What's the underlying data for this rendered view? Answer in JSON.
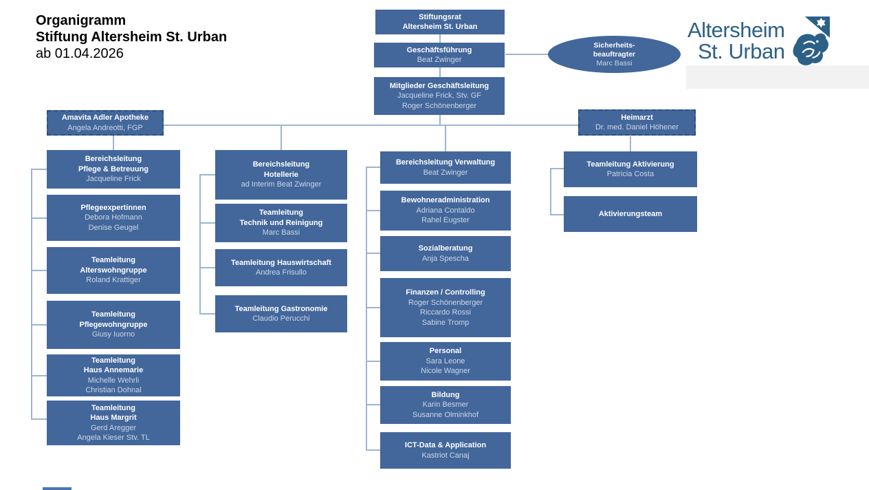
{
  "page": {
    "title_lines": [
      "Organigramm",
      "Stiftung Altersheim St. Urban",
      "ab 01.04.2026"
    ]
  },
  "logo": {
    "name_line1": "Altersheim",
    "name_line2": "St. Urban",
    "emblem": "lucerne-lion-with-star"
  },
  "colors": {
    "box_fill": "#43679B",
    "box_title_text": "#FFFFFF",
    "box_name_text": "#CBD7E7",
    "connector": "#9DB4D0",
    "dashed_border": "#27517D",
    "logo_text": "#2D6086"
  },
  "org": {
    "stiftungsrat": {
      "title": [
        "Stiftungsrat",
        "Altersheim St. Urban"
      ],
      "names": []
    },
    "geschaeftsfuehrung": {
      "title": [
        "Geschäftsführung"
      ],
      "names": [
        "Beat Zwinger"
      ]
    },
    "sicherheitsbeauftragter": {
      "title": [
        "Sicherheits-",
        "beauftragter"
      ],
      "names": [
        "Marc Bassi"
      ]
    },
    "geschaeftsleitung": {
      "title": [
        "Mitglieder Geschäftsleitung"
      ],
      "names": [
        "Jacqueline Frick, Stv. GF",
        "Roger Schönenberger"
      ]
    },
    "amavita": {
      "title": [
        "Amavita Adler Apotheke"
      ],
      "names": [
        "Angela Andreotti, FGP"
      ]
    },
    "heimarzt": {
      "title": [
        "Heimarzt"
      ],
      "names": [
        "Dr. med. Daniel Höhener"
      ]
    },
    "pflege": [
      {
        "title": [
          "Bereichsleitung",
          "Pflege & Betreuung"
        ],
        "names": [
          "Jacqueline Frick"
        ]
      },
      {
        "title": [
          "Pflegeexpertinnen"
        ],
        "names": [
          "Debora Hofmann",
          "Denise Geugel"
        ]
      },
      {
        "title": [
          "Teamleitung",
          "Alterswohngruppe"
        ],
        "names": [
          "Roland Krattiger"
        ]
      },
      {
        "title": [
          "Teamleitung",
          "Pflegewohngruppe"
        ],
        "names": [
          "Giusy Iuorno"
        ]
      },
      {
        "title": [
          "Teamleitung",
          "Haus Annemarie"
        ],
        "names": [
          "Michelle Wehrli",
          "Christian Dohnal"
        ]
      },
      {
        "title": [
          "Teamleitung",
          "Haus Margrit"
        ],
        "names": [
          "Gerd Aregger",
          "Angela Kieser Stv. TL"
        ]
      }
    ],
    "hotellerie": [
      {
        "title": [
          "Bereichsleitung",
          "Hotellerie"
        ],
        "names": [
          "ad Interim Beat Zwinger"
        ]
      },
      {
        "title": [
          "Teamleitung",
          "Technik und Reinigung"
        ],
        "names": [
          "Marc Bassi"
        ]
      },
      {
        "title": [
          "Teamleitung Hauswirtschaft"
        ],
        "names": [
          "Andrea Frisullo"
        ]
      },
      {
        "title": [
          "Teamleitung Gastronomie"
        ],
        "names": [
          "Claudio Perucchi"
        ]
      }
    ],
    "verwaltung": [
      {
        "title": [
          "Bereichsleitung Verwaltung"
        ],
        "names": [
          "Beat Zwinger"
        ]
      },
      {
        "title": [
          "Bewohneradministration"
        ],
        "names": [
          "Adriana Contaldo",
          "Rahel Eugster"
        ]
      },
      {
        "title": [
          "Sozialberatung"
        ],
        "names": [
          "Anja Spescha"
        ]
      },
      {
        "title": [
          "Finanzen / Controlling"
        ],
        "names": [
          "Roger Schönenberger",
          "Riccardo Rossi",
          "Sabine Tromp"
        ]
      },
      {
        "title": [
          "Personal"
        ],
        "names": [
          "Sara Leone",
          "Nicole Wagner"
        ]
      },
      {
        "title": [
          "Bildung"
        ],
        "names": [
          "Karin Besmer",
          "Susanne Olminkhof"
        ]
      },
      {
        "title": [
          "ICT-Data & Application"
        ],
        "names": [
          "Kastriot Canaj"
        ]
      }
    ],
    "aktivierung": [
      {
        "title": [
          "Teamleitung Aktivierung"
        ],
        "names": [
          "Patricia Costa"
        ]
      },
      {
        "title": [
          "Aktivierungsteam"
        ],
        "names": []
      }
    ]
  }
}
